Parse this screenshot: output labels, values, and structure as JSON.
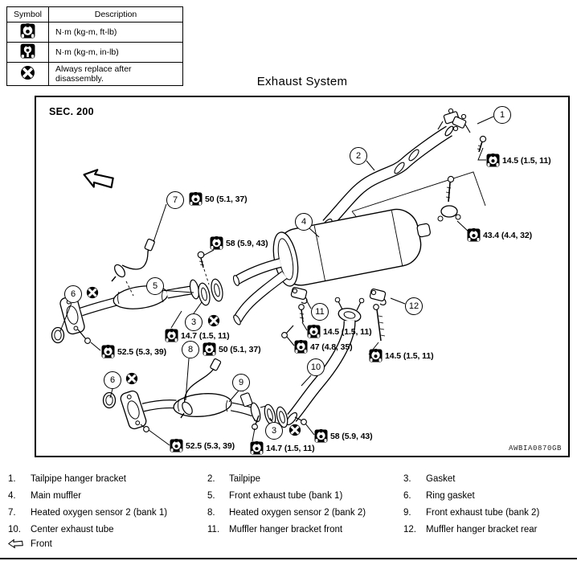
{
  "title": "Exhaust System",
  "legend": {
    "headers": [
      "Symbol",
      "Description"
    ],
    "rows": [
      {
        "icon": "torque-ftlb-icon",
        "desc": "N·m (kg-m, ft-lb)"
      },
      {
        "icon": "torque-inlb-icon",
        "desc": "N·m (kg-m, in-lb)"
      },
      {
        "icon": "replace-icon",
        "desc": "Always replace after disassembly."
      }
    ]
  },
  "diagram": {
    "section_label": "SEC. 200",
    "figure_code": "AWBIA0870GB",
    "callouts": [
      {
        "n": "1"
      },
      {
        "n": "2"
      },
      {
        "n": "3"
      },
      {
        "n": "3"
      },
      {
        "n": "4"
      },
      {
        "n": "5"
      },
      {
        "n": "6"
      },
      {
        "n": "6"
      },
      {
        "n": "7"
      },
      {
        "n": "8"
      },
      {
        "n": "9"
      },
      {
        "n": "10"
      },
      {
        "n": "11"
      },
      {
        "n": "12"
      }
    ],
    "torque_labels": [
      {
        "value": "14.5 (1.5, 11)"
      },
      {
        "value": "43.4 (4.4, 32)"
      },
      {
        "value": "50 (5.1, 37)"
      },
      {
        "value": "58 (5.9, 43)"
      },
      {
        "value": "14.7 (1.5, 11)"
      },
      {
        "value": "52.5 (5.3, 39)"
      },
      {
        "value": "50 (5.1, 37)"
      },
      {
        "value": "14.5 (1.5, 11)"
      },
      {
        "value": "47 (4.8, 35)"
      },
      {
        "value": "14.5 (1.5, 11)"
      },
      {
        "value": "52.5 (5.3, 39)"
      },
      {
        "value": "14.7 (1.5, 11)"
      },
      {
        "value": "58 (5.9, 43)"
      }
    ]
  },
  "parts_list": {
    "items": [
      {
        "num": "1.",
        "name": "Tailpipe hanger bracket"
      },
      {
        "num": "2.",
        "name": "Tailpipe"
      },
      {
        "num": "3.",
        "name": "Gasket"
      },
      {
        "num": "4.",
        "name": "Main muffler"
      },
      {
        "num": "5.",
        "name": "Front exhaust tube (bank 1)"
      },
      {
        "num": "6.",
        "name": "Ring gasket"
      },
      {
        "num": "7.",
        "name": "Heated oxygen sensor 2 (bank 1)"
      },
      {
        "num": "8.",
        "name": "Heated oxygen sensor 2 (bank 2)"
      },
      {
        "num": "9.",
        "name": "Front exhaust tube (bank 2)"
      },
      {
        "num": "10.",
        "name": "Center exhaust tube"
      },
      {
        "num": "11.",
        "name": "Muffler hanger bracket front"
      },
      {
        "num": "12.",
        "name": "Muffler hanger bracket rear"
      }
    ],
    "front_label": "Front"
  },
  "colors": {
    "ink": "#000000",
    "paper": "#ffffff"
  }
}
